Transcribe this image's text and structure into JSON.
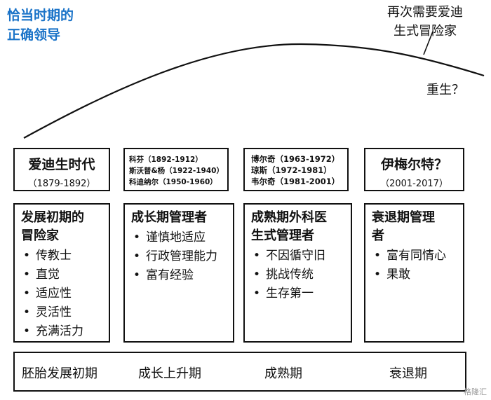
{
  "corner_title": [
    "恰当时期的",
    "正确领导"
  ],
  "top_right_note": [
    "再次需要爱迪",
    "生式冒险家"
  ],
  "rebirth_label": "重生？",
  "eras": [
    {
      "name": "爱迪生时代",
      "years": "（1879-1892）"
    },
    {
      "leaders": [
        "科芬（1892-1912）",
        "斯沃普&杨（1922-1940）",
        "科迪纳尔（1950-1960）"
      ]
    },
    {
      "leaders": [
        "博尔奇（1963-1972）",
        "琼斯（1972-1981）",
        "韦尔奇（1981-2001）"
      ]
    },
    {
      "name": "伊梅尔特？",
      "years": "（2001-2017）"
    }
  ],
  "stages": [
    {
      "title": [
        "发展初期的",
        "冒险家"
      ],
      "items": [
        "传教士",
        "直觉",
        "适应性",
        "灵活性",
        "充满活力"
      ]
    },
    {
      "title": [
        "成长期管理者"
      ],
      "items": [
        "谨慎地适应",
        "行政管理能力",
        "富有经验"
      ]
    },
    {
      "title": [
        "成熟期外科医",
        "生式管理者"
      ],
      "items": [
        "不因循守旧",
        "挑战传统",
        "生存第一"
      ]
    },
    {
      "title": [
        "衰退期管理",
        "者"
      ],
      "items": [
        "富有同情心",
        "果敢"
      ]
    }
  ],
  "phases": [
    "胚胎发展初期",
    "成长上升期",
    "成熟期",
    "衰退期"
  ],
  "bullet": "•",
  "watermark": "格隆汇",
  "colors": {
    "accent_title": "#1a73c8",
    "line": "#111111"
  }
}
